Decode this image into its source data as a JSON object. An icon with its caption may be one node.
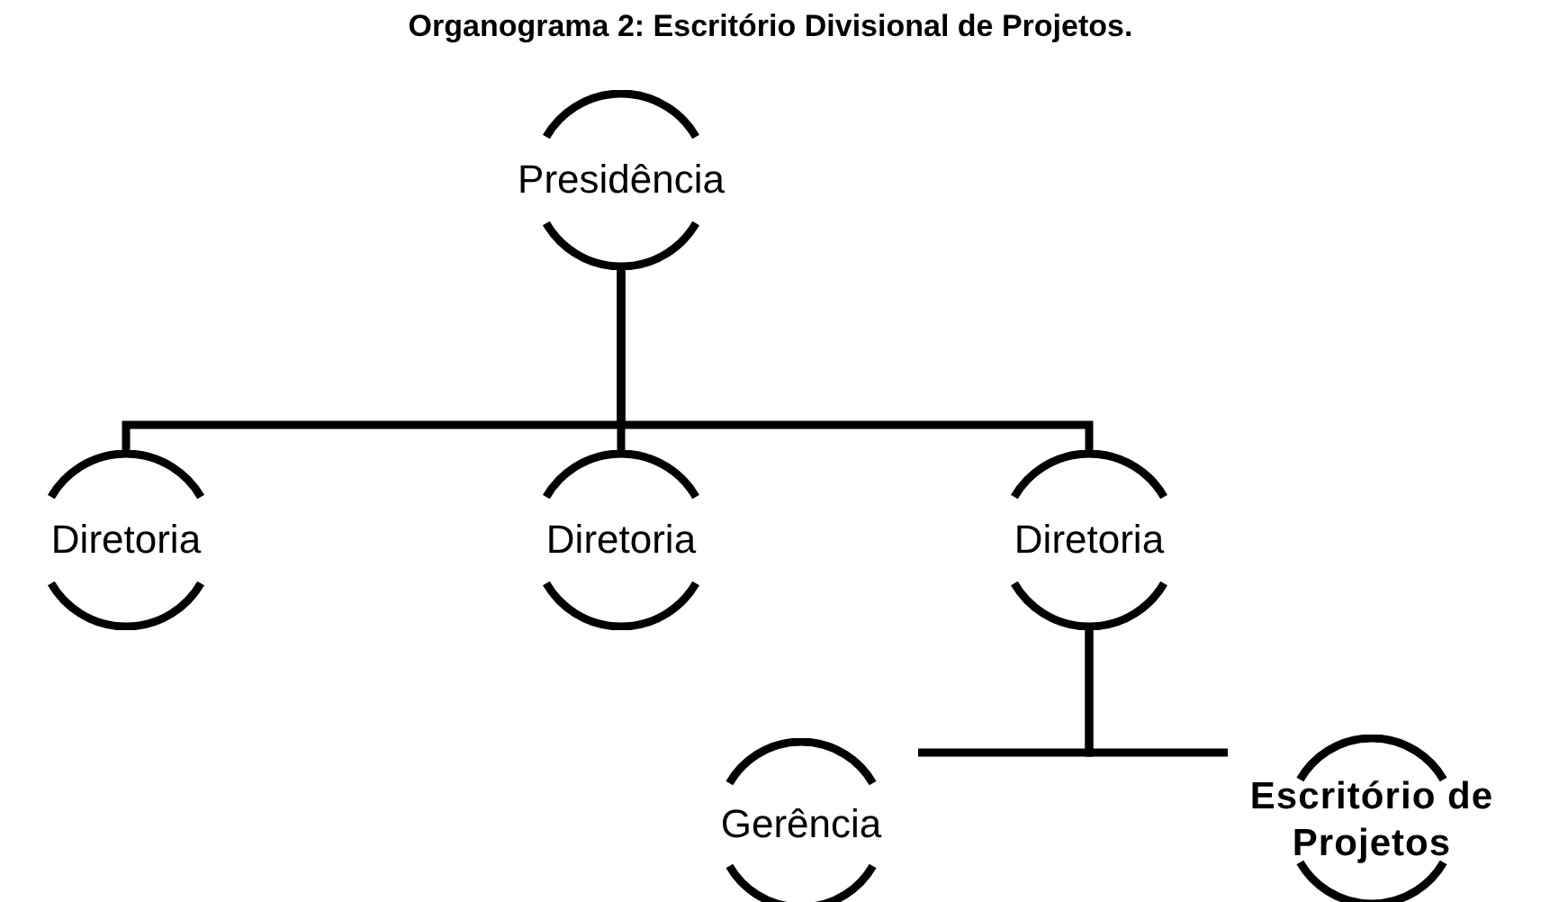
{
  "diagram": {
    "title": "Organograma 2: Escritório Divisional de Projetos.",
    "nodes": [
      {
        "text": [
          "Presidência"
        ]
      },
      {
        "text": [
          "Diretoria"
        ]
      },
      {
        "text": [
          "Diretoria"
        ]
      },
      {
        "text": [
          "Diretoria"
        ]
      },
      {
        "text": [
          "Gerência"
        ]
      },
      {
        "text": [
          "Escritório de Projetos"
        ]
      }
    ],
    "edges": [
      {
        "from": 0,
        "to": 1,
        "arrow": "none"
      },
      {
        "from": 0,
        "to": 2,
        "arrow": "none"
      },
      {
        "from": 0,
        "to": 3,
        "arrow": "none"
      },
      {
        "from": 3,
        "to": 4,
        "arrow": "none"
      },
      {
        "from": 3,
        "to": 5,
        "arrow": "none"
      }
    ]
  }
}
